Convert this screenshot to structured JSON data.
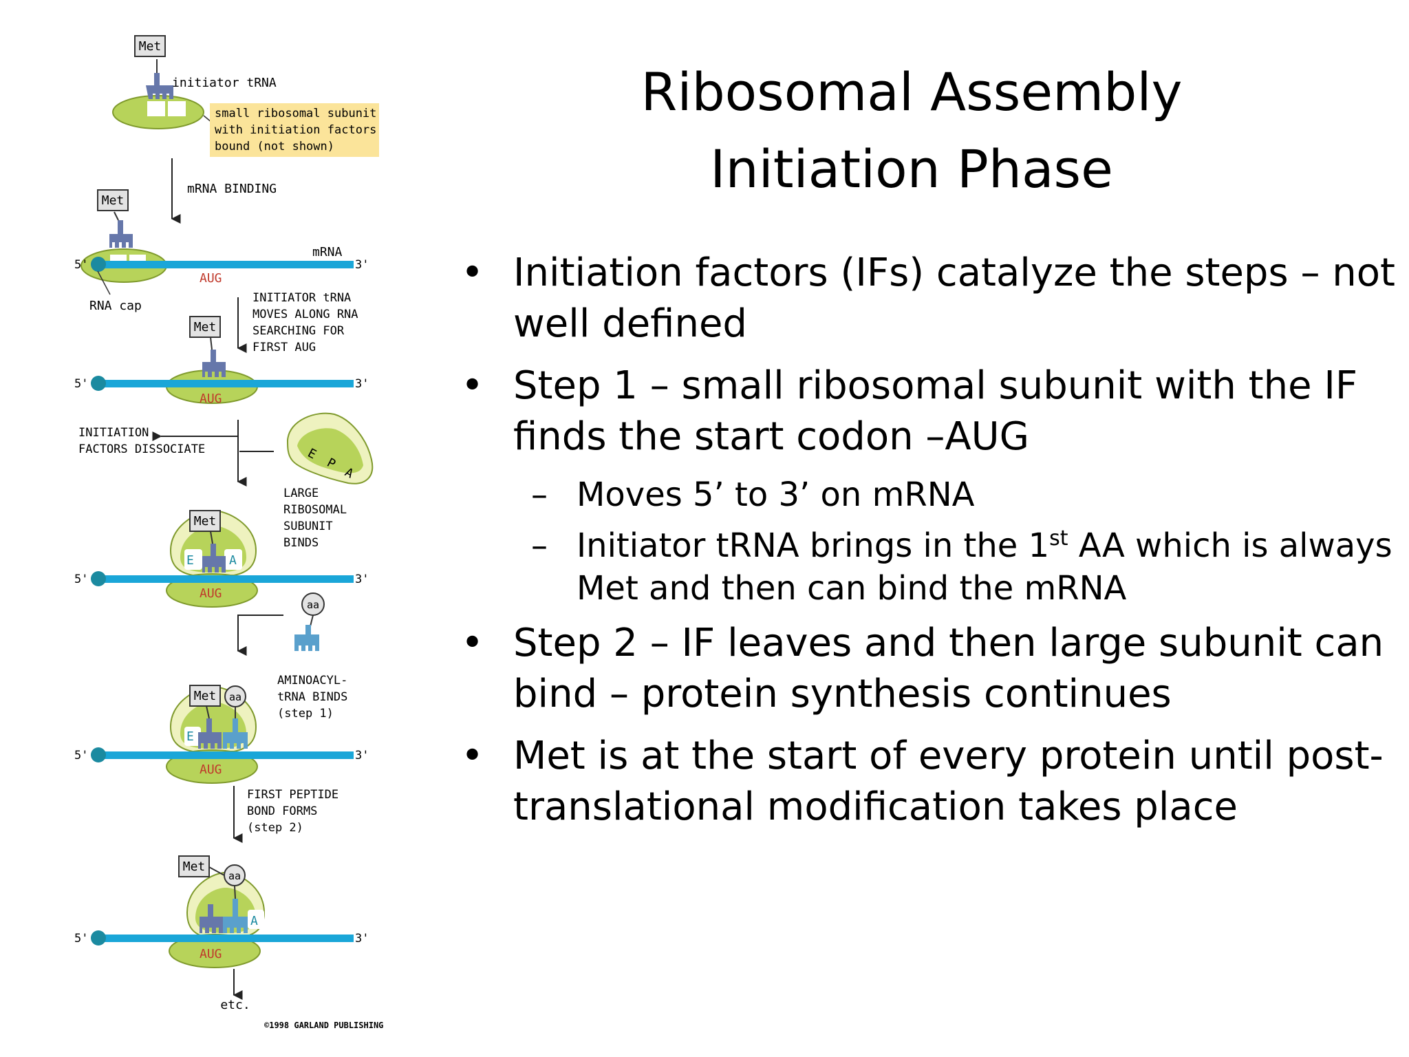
{
  "slide": {
    "title_line1": "Ribosomal Assembly",
    "title_line2": "Initiation Phase",
    "bullets": [
      {
        "text": "Initiation factors (IFs) catalyze the steps – not well defined"
      },
      {
        "text": "Step 1 – small ribosomal subunit with the IF finds the start codon –AUG",
        "sub": [
          {
            "text": "Moves 5’ to 3’ on mRNA"
          },
          {
            "pre": "Initiator tRNA brings in the 1",
            "sup": "st",
            "post": " AA which is always Met and then can bind the mRNA"
          }
        ]
      },
      {
        "text": "Step 2 – IF leaves and then large subunit can bind – protein synthesis continues"
      },
      {
        "text": "Met is at the start of every protein until post-translational modification takes place"
      }
    ]
  },
  "diagram": {
    "met": "Met",
    "aa": "aa",
    "aug": "AUG",
    "five_prime": "5'",
    "three_prime": "3'",
    "initiator_trna": "initiator tRNA",
    "small_subunit_note": [
      "small ribosomal subunit",
      "with initiation factors",
      "bound (not shown)"
    ],
    "mrna_binding": "mRNA BINDING",
    "mrna": "mRNA",
    "rna_cap": "RNA cap",
    "moves_along": [
      "INITIATOR tRNA",
      "MOVES ALONG RNA",
      "SEARCHING FOR",
      "FIRST AUG"
    ],
    "if_dissociate": [
      "INITIATION",
      "FACTORS DISSOCIATE"
    ],
    "large_binds": [
      "LARGE",
      "RIBOSOMAL",
      "SUBUNIT",
      "BINDS"
    ],
    "site_e": "E",
    "site_p": "P",
    "site_a": "A",
    "aminoacyl": [
      "AMINOACYL-",
      "tRNA BINDS",
      "(step 1)"
    ],
    "peptide_bond": [
      "FIRST PEPTIDE",
      "BOND FORMS",
      "(step 2)"
    ],
    "etc": "etc.",
    "copyright": "©1998 GARLAND PUBLISHING"
  },
  "colors": {
    "mrna": "#1aa6d8",
    "cap": "#1b8aa0",
    "subunit": "#b7d35a",
    "subunit_light": "#eef2bf",
    "trna_met": "#6677aa",
    "trna_aa": "#5aa0cc",
    "aug": "#c0392b",
    "note_bg": "#fbe49a"
  }
}
